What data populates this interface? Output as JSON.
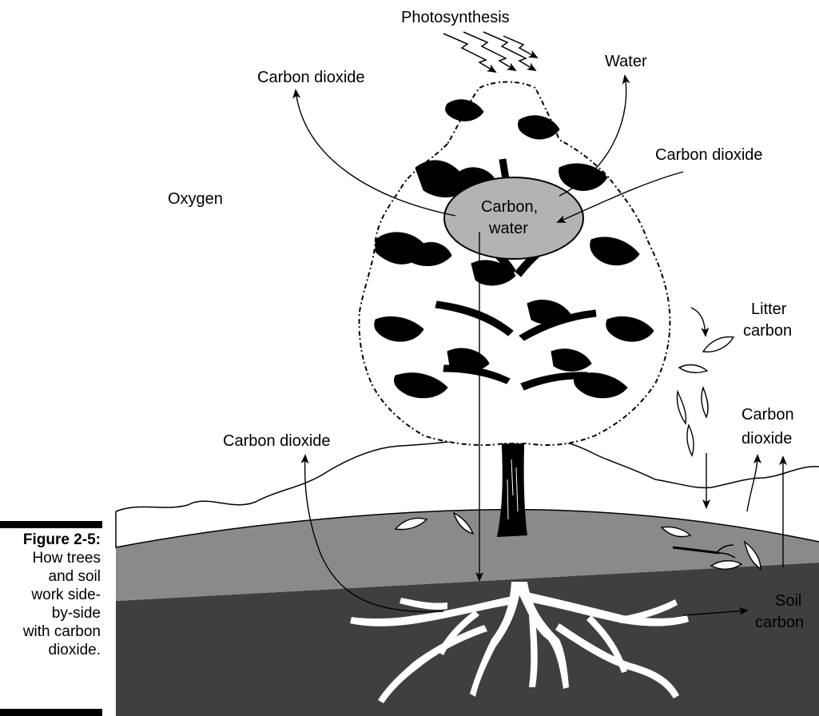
{
  "figure": {
    "number": "Figure 2-5:",
    "caption": "How trees\nand soil\nwork side-\nby-side\nwith carbon\ndioxide."
  },
  "labels": {
    "photosynthesis": "Photosynthesis",
    "water": "Water",
    "carbon_dioxide_top_left": "Carbon dioxide",
    "carbon_dioxide_right": "Carbon dioxide",
    "oxygen": "Oxygen",
    "carbon_water_line1": "Carbon,",
    "carbon_water_line2": "water",
    "litter_carbon_line1": "Litter",
    "litter_carbon_line2": "carbon",
    "carbon_dioxide_lower_left": "Carbon dioxide",
    "carbon_dioxide_lower_right_line1": "Carbon",
    "carbon_dioxide_lower_right_line2": "dioxide",
    "soil_carbon_line1": "Soil",
    "soil_carbon_line2": "carbon"
  },
  "colors": {
    "subsoil": "#3f3f3f",
    "topsoil": "#8a8a8a",
    "carbon_pool": "#b3b3b3",
    "ink": "#000000",
    "paper": "#ffffff"
  }
}
